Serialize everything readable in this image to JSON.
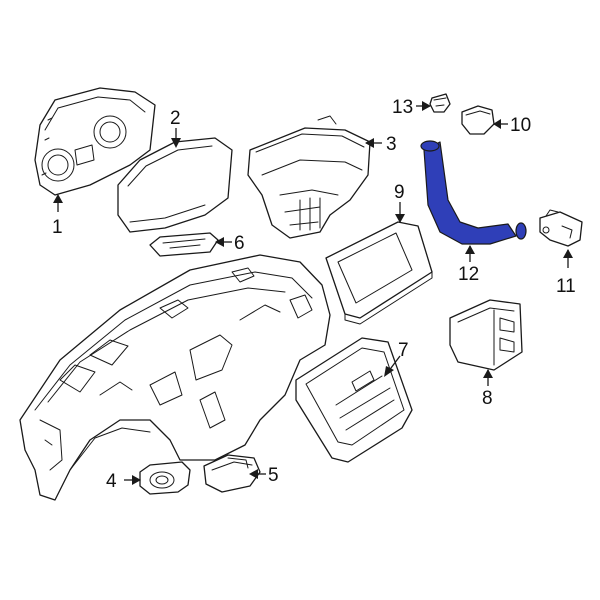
{
  "diagram": {
    "highlight_color": "#2f3fb8",
    "callouts": [
      "1",
      "2",
      "3",
      "4",
      "5",
      "6",
      "7",
      "8",
      "9",
      "10",
      "11",
      "12",
      "13"
    ]
  }
}
